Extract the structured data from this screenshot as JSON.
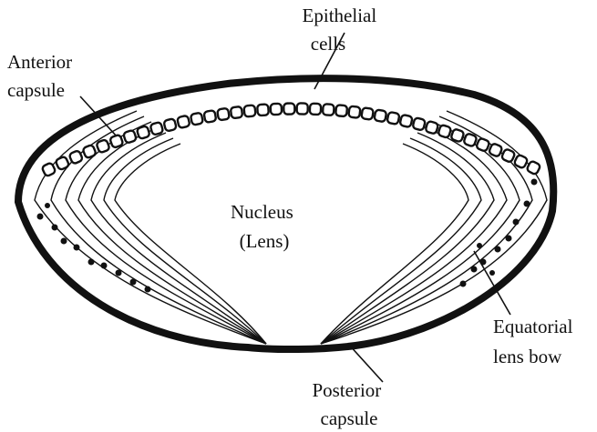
{
  "colors": {
    "ink": "#111111",
    "background": "#ffffff"
  },
  "labels": {
    "epithelial": [
      "Epithelial",
      "cells"
    ],
    "anterior": [
      "Anterior",
      "capsule"
    ],
    "nucleus": [
      "Nucleus",
      "(Lens)"
    ],
    "equatorial": [
      "Equatorial",
      "lens bow"
    ],
    "posterior": [
      "Posterior",
      "capsule"
    ]
  }
}
